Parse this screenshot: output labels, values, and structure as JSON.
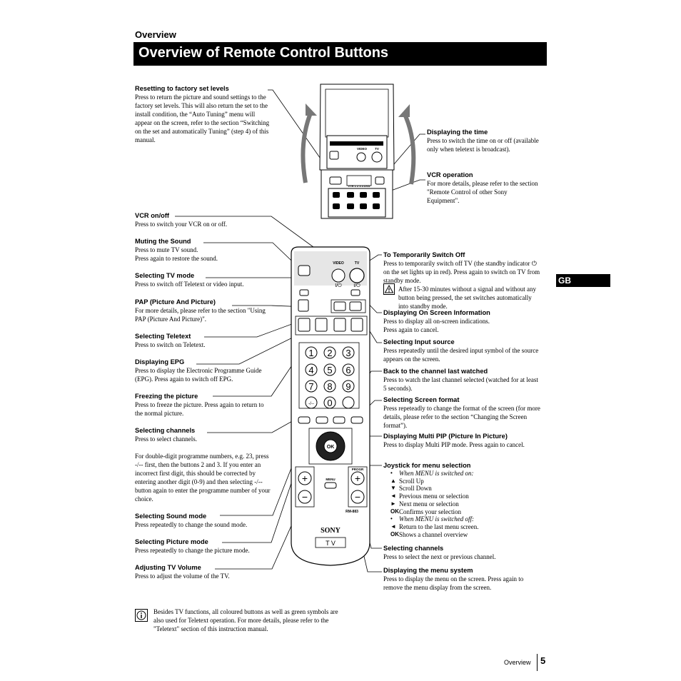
{
  "header": {
    "section": "Overview",
    "title": "Overview of Remote Control Buttons"
  },
  "language_tab": "GB",
  "remote": {
    "video_label": "VIDEO",
    "tv_label": "TV",
    "power_symbol": "I/⏻",
    "digits": [
      "1",
      "2",
      "3",
      "4",
      "5",
      "6",
      "7",
      "8",
      "9"
    ],
    "zero": "0",
    "double_digit": "-/--",
    "ok": "OK",
    "menu": "MENU",
    "progr": "PROGR",
    "brand": "SONY",
    "tv_badge": "T V",
    "model": "RM-883",
    "plus": "+",
    "minus": "−",
    "vcr_strip": "VTR 1 2 3 4 DVD"
  },
  "left": [
    {
      "title": "Resetting to factory set levels",
      "text": "Press to return the picture and sound settings to the factory set levels. This will also return the set to the install condition, the “Auto Tuning” menu will appear on the screen, refer to the section “Switching on the set and automatically Tuning” (step 4) of this manual."
    },
    {
      "title": "VCR on/off",
      "text": "Press to switch your VCR on or off."
    },
    {
      "title": "Muting the Sound",
      "text": "Press to mute TV sound.\nPress again to restore the sound."
    },
    {
      "title": "Selecting TV mode",
      "text": "Press to switch off Teletext or video input."
    },
    {
      "title": "PAP (Picture And Picture)",
      "text": "For more details, please refer to the section \"Using PAP (Picture And Picture)\"."
    },
    {
      "title": "Selecting Teletext",
      "text": "Press to switch on Teletext."
    },
    {
      "title": "Displaying EPG",
      "text": "Press to display the Electronic Programme Guide (EPG). Press again to switch off EPG."
    },
    {
      "title": "Freezing the picture",
      "text": "Press to freeze the picture. Press again to return to the normal picture."
    },
    {
      "title": "Selecting channels",
      "text": "Press to select channels.\n\nFor double-digit programme numbers, e.g. 23, press -/-- first, then the buttons 2 and 3. If you enter an incorrect first digit, this should be corrected by entering another digit (0-9) and then selecting -/-- button again to enter the programme number of your choice."
    },
    {
      "title": "Selecting Sound mode",
      "text": "Press repeatedly to change the sound mode."
    },
    {
      "title": "Selecting Picture mode",
      "text": "Press repeatedly to change the picture mode."
    },
    {
      "title": "Adjusting TV Volume",
      "text": "Press to adjust the volume of the TV."
    }
  ],
  "top_right": [
    {
      "title": "Displaying the time",
      "text": "Press to switch the time on or off (available only when teletext is broadcast)."
    },
    {
      "title": "VCR operation",
      "text": "For more details, please refer to the section \"Remote Control of other Sony Equipment\"."
    }
  ],
  "right": [
    {
      "title": "To Temporarily Switch Off",
      "text": "Press to temporarily switch off TV (the standby indicator ⏻ on the set lights up in red). Press again to switch on TV from standby mode.",
      "warning": "After 15-30 minutes without a signal and without any button being pressed, the set switches automatically into standby mode."
    },
    {
      "title": "Displaying On Screen Information",
      "text": "Press to display all on-screen indications.\nPress again to cancel."
    },
    {
      "title": "Selecting Input source",
      "text": "Press repeatedly until the desired input symbol of the source appears on the screen."
    },
    {
      "title": "Back to the channel last watched",
      "text": "Press to watch the last channel selected (watched for at least 5 seconds)."
    },
    {
      "title": "Selecting Screen format",
      "text": "Press repeteadly to change the format of the screen (for more details, please refer to the section “Changing the Screen format”)."
    },
    {
      "title": "Displaying Multi PIP (Picture In Picture)",
      "text": "Press to display Multi PIP mode. Press again to cancel."
    },
    {
      "title": "Joystick for menu selection"
    },
    {
      "title": "Selecting channels",
      "text": "Press to select the next or previous channel."
    },
    {
      "title": "Displaying the menu system",
      "text": "Press to display the menu on the screen. Press again to remove the menu display from the screen."
    }
  ],
  "joystick": {
    "on_heading": "When MENU is switched on:",
    "on_items": [
      {
        "key": "▲",
        "text": "Scroll Up"
      },
      {
        "key": "▼",
        "text": "Scroll Down"
      },
      {
        "key": "◄",
        "text": "Previous menu or selection"
      },
      {
        "key": "►",
        "text": "Next menu or selection"
      },
      {
        "key": "OK",
        "text": "Confirms your selection"
      }
    ],
    "off_heading": "When MENU is switched off:",
    "off_items": [
      {
        "key": "◄",
        "text": "Return to the last menu screen."
      },
      {
        "key": "OK",
        "text": "Shows a channel overview"
      }
    ]
  },
  "note": "Besides TV functions, all coloured buttons as well as green symbols are also used for Teletext operation. For more details, please refer to the \"Teletext\" section of this instruction manual.",
  "footer": {
    "label": "Overview",
    "page": "5"
  }
}
